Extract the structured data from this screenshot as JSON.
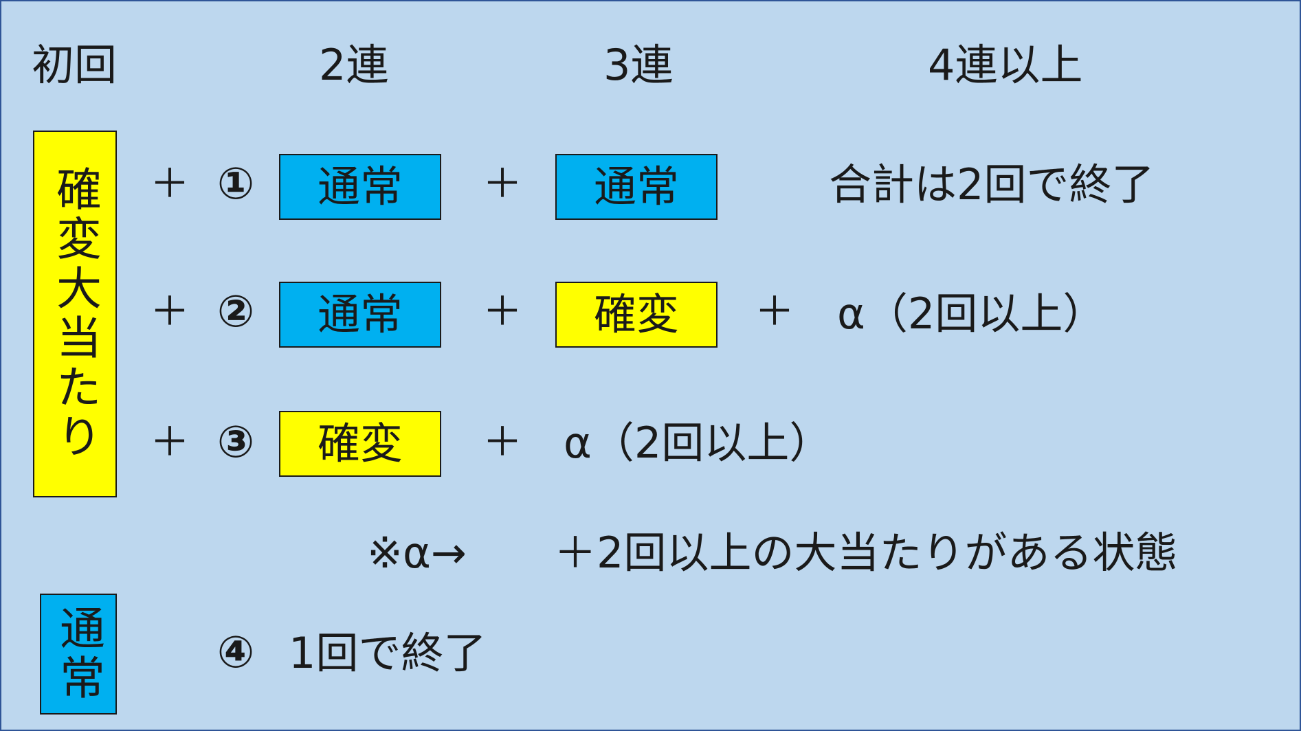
{
  "headers": {
    "first": "初回",
    "second": "2連",
    "third": "3連",
    "fourth": "4連以上"
  },
  "left": {
    "kakuhen_big": "確変大当たり",
    "tsujo": "通常"
  },
  "plus": "＋",
  "rows": [
    {
      "number": "①",
      "box1": "通常",
      "box2": "通常",
      "result": "合計は2回で終了"
    },
    {
      "number": "②",
      "box1": "通常",
      "box2": "確変",
      "result": "α（2回以上）"
    },
    {
      "number": "③",
      "box1": "確変",
      "result": "α（2回以上）"
    },
    {
      "number": "④",
      "result": "1回で終了"
    }
  ],
  "note": {
    "prefix": "※α→",
    "text": "＋2回以上の大当たりがある状態"
  },
  "colors": {
    "background": "#bdd7ee",
    "border": "#2f5597",
    "tsujo_box": "#00b0f0",
    "kakuhen_box": "#ffff00"
  }
}
